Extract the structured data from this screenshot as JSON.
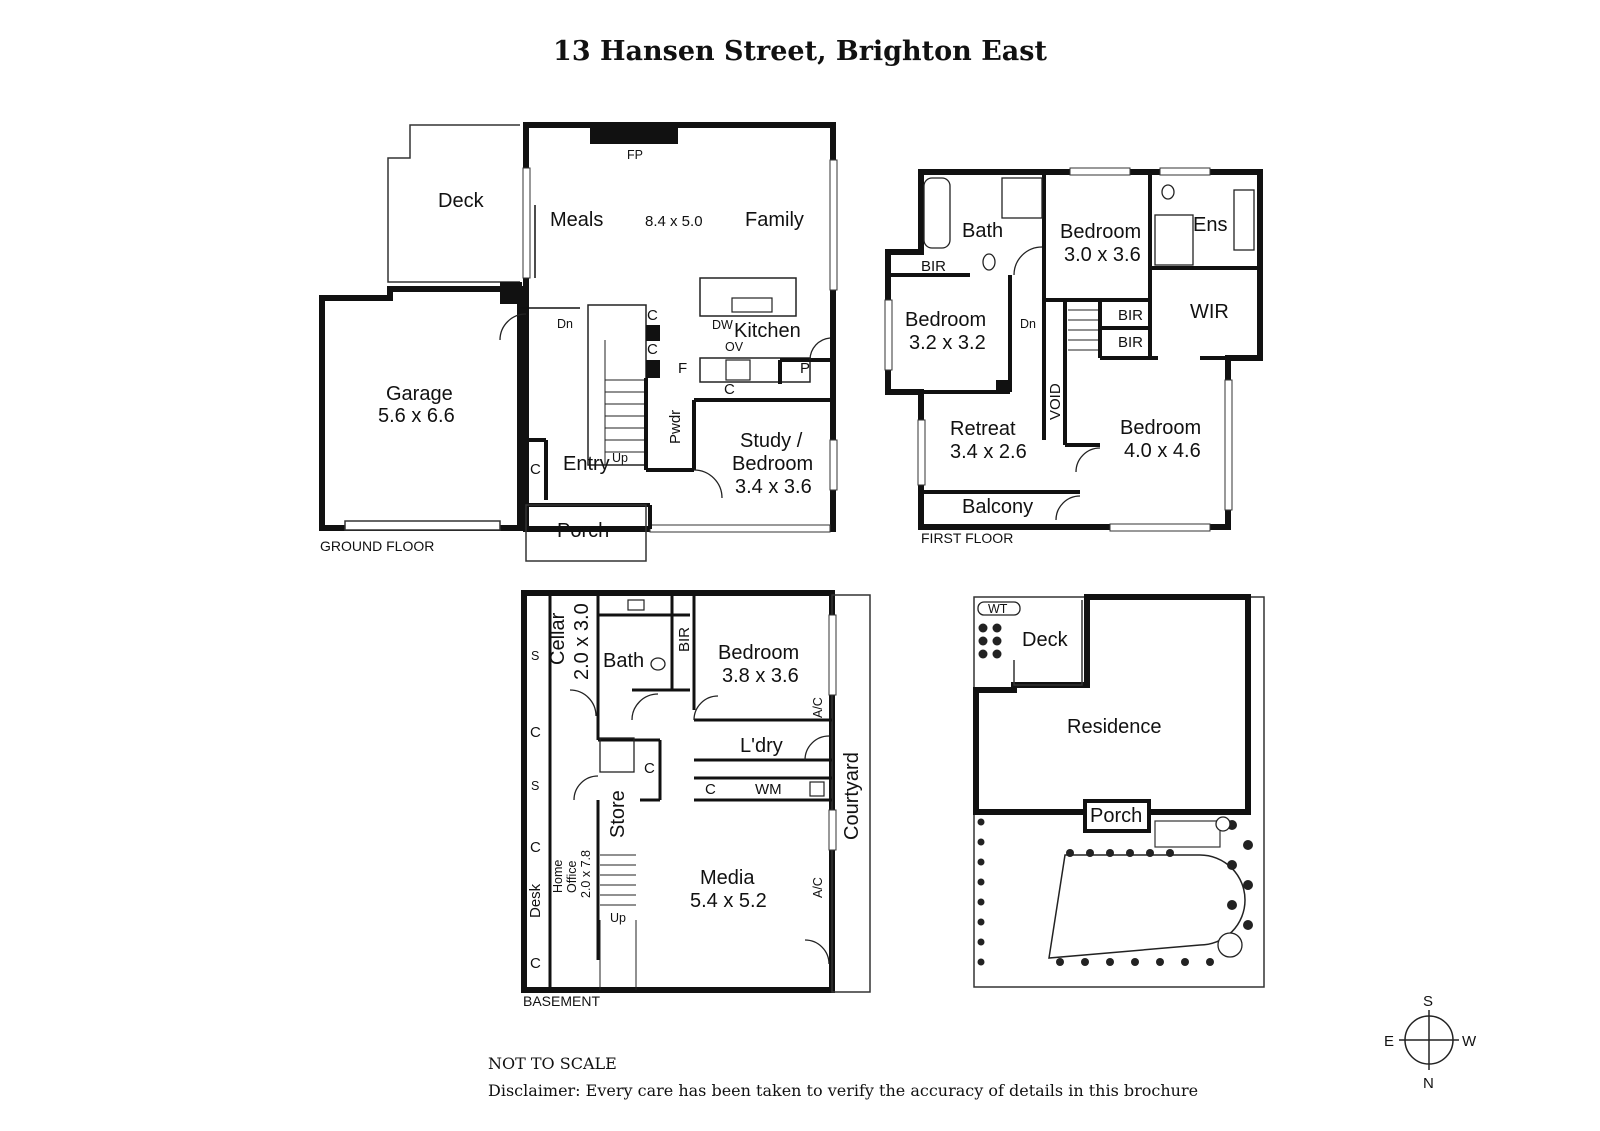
{
  "title": "13 Hansen Street, Brighton East",
  "ground_floor": {
    "floor_label": "GROUND FLOOR",
    "deck": "Deck",
    "meals": "Meals",
    "meals_dims": "8.4 x 5.0",
    "family": "Family",
    "fp": "FP",
    "garage": "Garage",
    "garage_dims": "5.6 x 6.6",
    "dn": "Dn",
    "c": "C",
    "dw": "DW",
    "kitchen": "Kitchen",
    "ov": "OV",
    "f": "F",
    "p": "P",
    "pwdr": "Pwdr",
    "entry": "Entry",
    "up": "Up",
    "study": "Study /",
    "study2": "Bedroom",
    "study_dims": "3.4 x 3.6",
    "porch": "Porch"
  },
  "first_floor": {
    "floor_label": "FIRST FLOOR",
    "bath": "Bath",
    "bir": "BIR",
    "bedroom": "Bedroom",
    "bed1_dims": "3.0 x 3.6",
    "bed2_dims": "3.2 x 3.2",
    "bed3_dims": "4.0 x 4.6",
    "ens": "Ens",
    "wir": "WIR",
    "dn": "Dn",
    "void": "VOID",
    "retreat": "Retreat",
    "retreat_dims": "3.4 x 2.6",
    "balcony": "Balcony"
  },
  "basement": {
    "floor_label": "BASEMENT",
    "cellar": "Cellar",
    "cellar_dims": "2.0 x 3.0",
    "s": "S",
    "c": "C",
    "bath": "Bath",
    "bir": "BIR",
    "bedroom": "Bedroom",
    "bedroom_dims": "3.8 x 3.6",
    "ac": "A/C",
    "ldry": "L'dry",
    "wm": "WM",
    "store": "Store",
    "courtyard": "Courtyard",
    "home_office": "Home",
    "home_office2": "Office",
    "home_office_dims": "2.0 x 7.8",
    "desk": "Desk",
    "up": "Up",
    "media": "Media",
    "media_dims": "5.4 x 5.2"
  },
  "site": {
    "wt": "WT",
    "deck": "Deck",
    "residence": "Residence",
    "porch": "Porch"
  },
  "compass": {
    "s": "S",
    "e": "E",
    "w": "W",
    "n": "N"
  },
  "notes": {
    "not_to_scale": "NOT TO SCALE",
    "disclaimer": "Disclaimer: Every care has been taken to verify the accuracy of details in this brochure"
  }
}
